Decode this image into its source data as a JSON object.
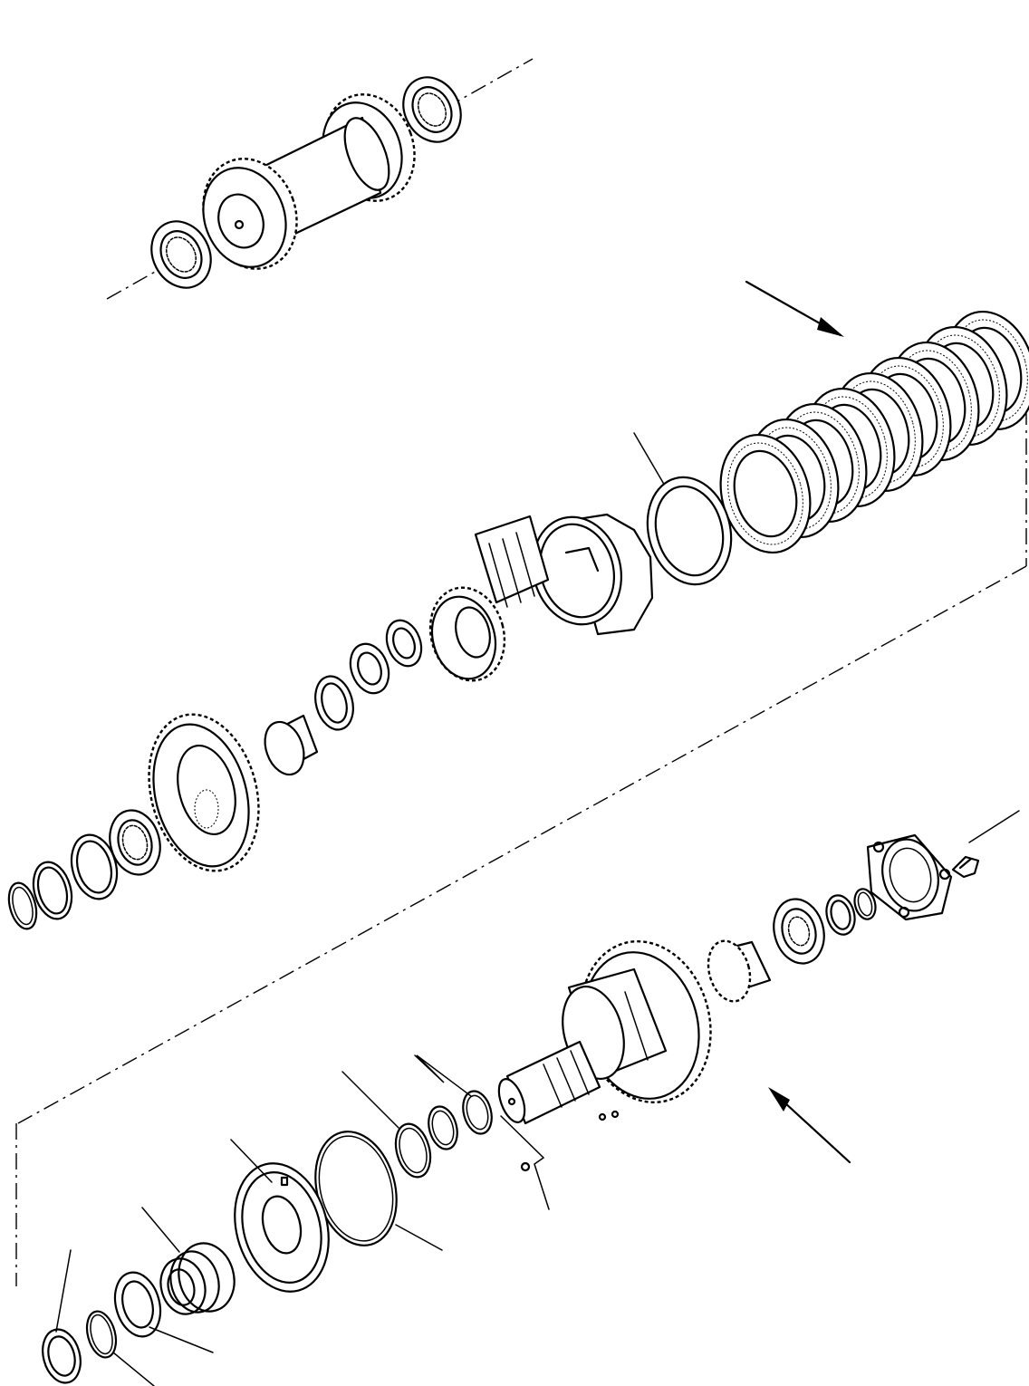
{
  "diagram": {
    "kind": "exploded-parts-view",
    "assemblies": [
      "countershaft-with-gears-and-bearings",
      "clutch-pack-with-gear-and-bearings",
      "output-shaft-with-gear-and-cover"
    ],
    "colors": {
      "ink": "#000000",
      "paper": "#ffffff"
    }
  }
}
